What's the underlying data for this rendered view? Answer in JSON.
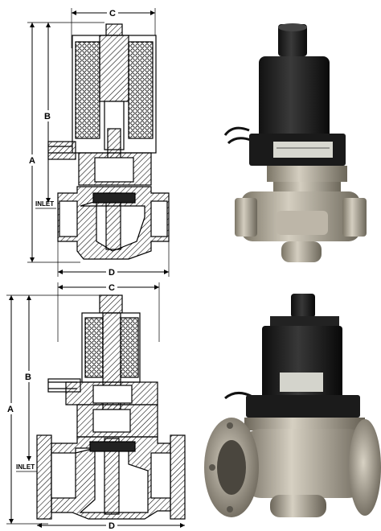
{
  "drawings": {
    "top": {
      "dim_c": "C",
      "dim_b": "B",
      "dim_a": "A",
      "dim_d": "D",
      "inlet": "INLET"
    },
    "bottom": {
      "dim_c": "C",
      "dim_b": "B",
      "dim_a": "A",
      "dim_d": "D",
      "inlet": "INLET"
    }
  },
  "photos": {
    "threaded_valve": "threaded-solenoid-valve-photo",
    "flanged_valve": "flanged-solenoid-valve-photo"
  }
}
